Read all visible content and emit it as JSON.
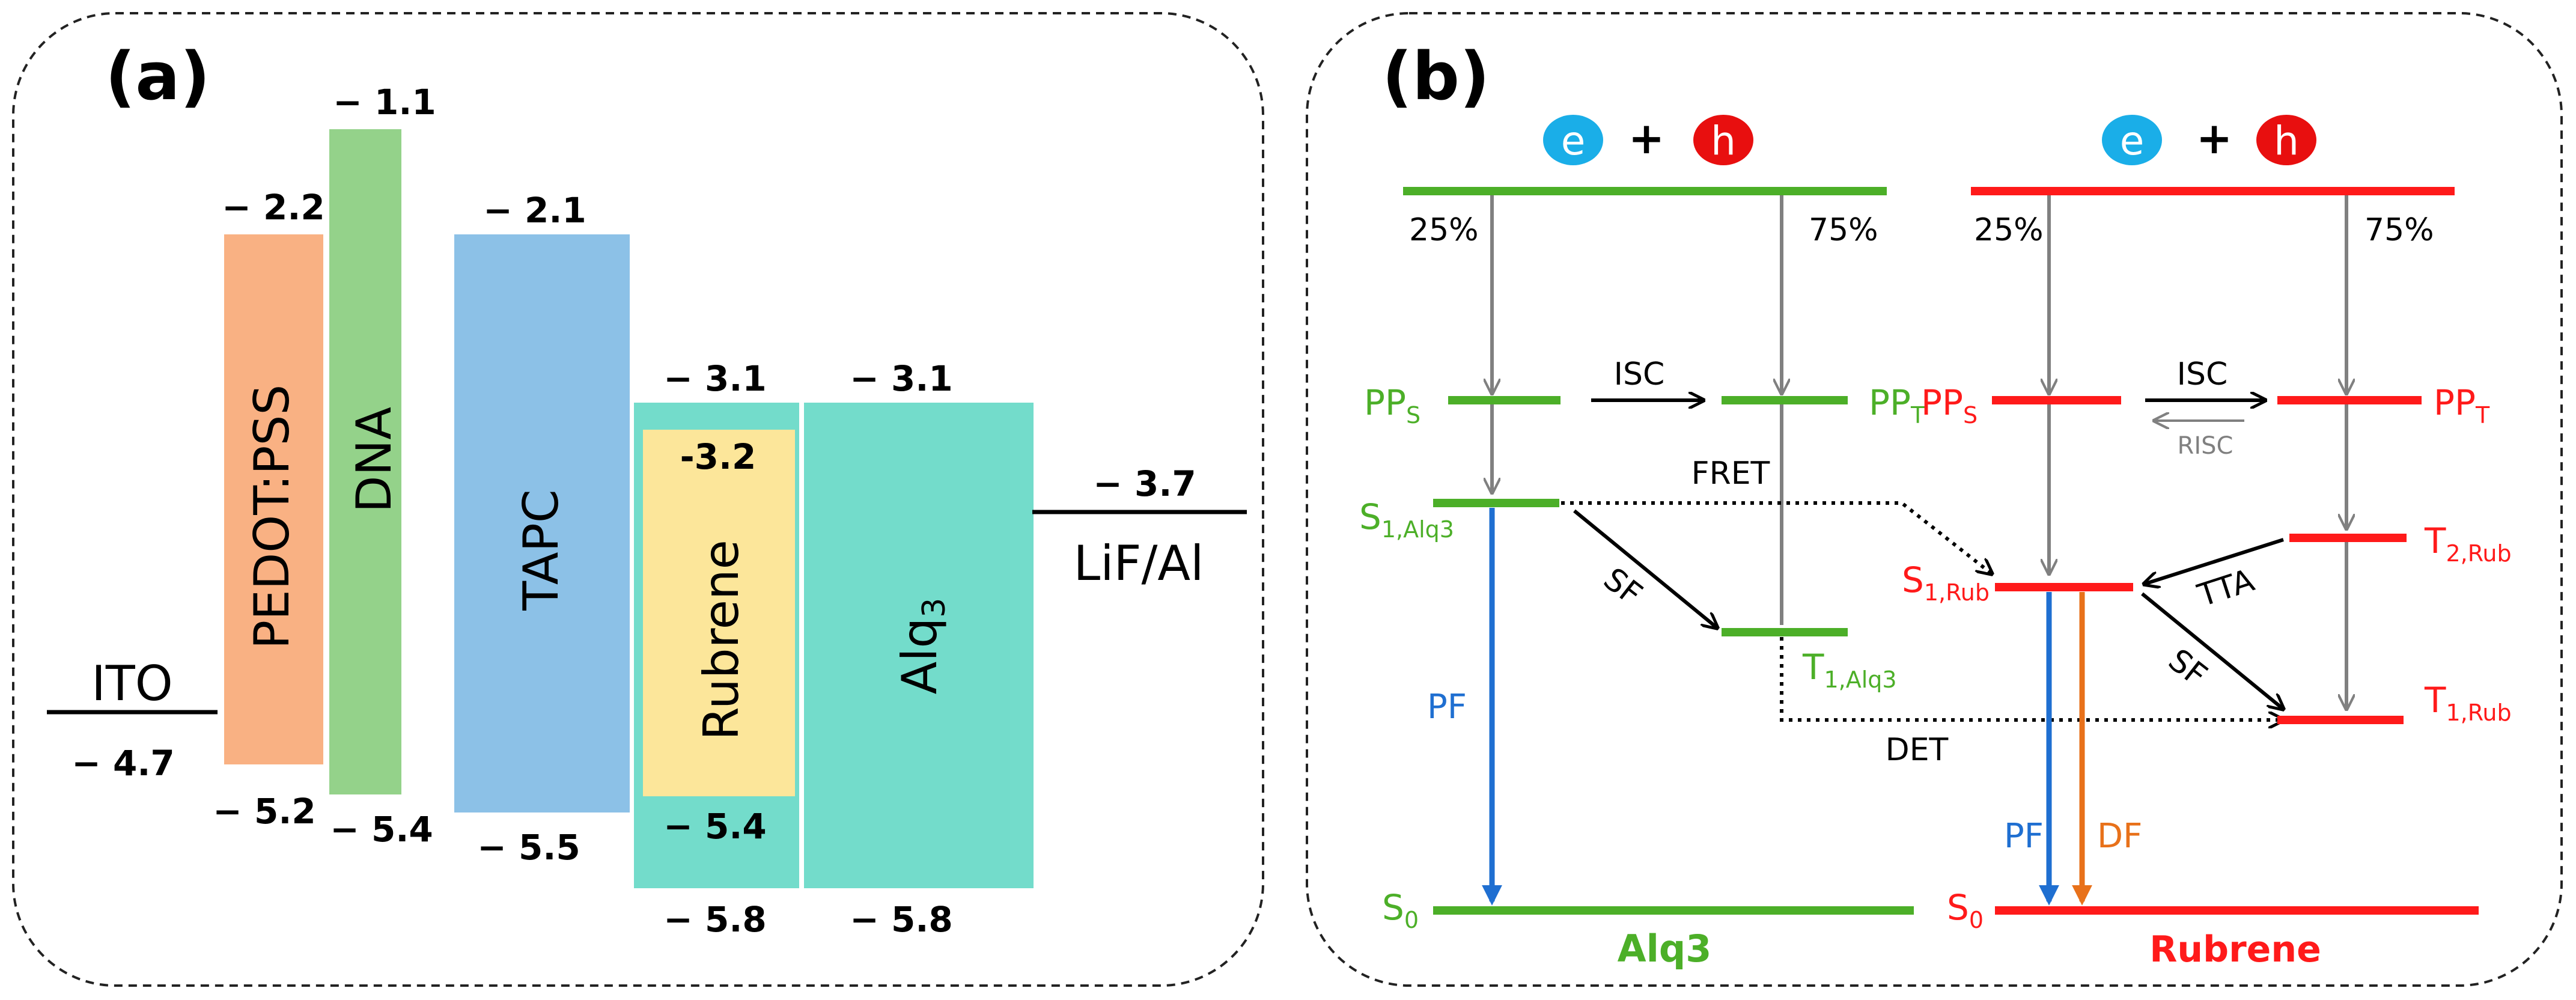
{
  "panel_a": {
    "label": "(a)",
    "ito": {
      "name": "ITO",
      "value": "− 4.7"
    },
    "pedot": {
      "name": "PEDOT:PSS",
      "top": "− 2.2",
      "bottom": "− 5.2",
      "color": "#f9b183"
    },
    "dna": {
      "name": "DNA",
      "top": "− 1.1",
      "bottom": "− 5.4",
      "color": "#94d28a"
    },
    "tapc": {
      "name": "TAPC",
      "top": "− 2.1",
      "bottom": "− 5.5",
      "color": "#8cc1e7"
    },
    "rubrene": {
      "name": "Rubrene",
      "inner_top": "-3.2",
      "inner_bottom": "− 5.4",
      "outer_top": "− 3.1",
      "outer_bottom": "− 5.8",
      "inner_color": "#fce69a",
      "outer_color": "#73dccb"
    },
    "alq3": {
      "name_main": "Alq",
      "name_sub": "3",
      "top": "− 3.1",
      "bottom": "− 5.8",
      "color": "#73dccb"
    },
    "lif": {
      "name": "LiF/Al",
      "value": "− 3.7"
    }
  },
  "panel_b": {
    "label": "(b)",
    "colors": {
      "alq3": "#4caf28",
      "rubrene": "#ff1a1a",
      "electron": "#1aaee8",
      "hole": "#e80f0f",
      "pf": "#1f6fd1",
      "df": "#e8711a",
      "gray": "#808080"
    },
    "carrier": {
      "e": "e",
      "plus": "+",
      "h": "h"
    },
    "alq3": {
      "pct_singlet": "25%",
      "pct_triplet": "75%",
      "pps": {
        "main": "PP",
        "sub": "S"
      },
      "ppt": {
        "main": "PP",
        "sub": "T"
      },
      "isc": "ISC",
      "fret": "FRET",
      "s1": {
        "main": "S",
        "sub": "1,Alq3"
      },
      "sf": "SF",
      "t1": {
        "main": "T",
        "sub": "1,Alq3"
      },
      "det": "DET",
      "pf": "PF",
      "s0": {
        "main": "S",
        "sub": "0"
      },
      "name": "Alq3"
    },
    "rubrene": {
      "pct_singlet": "25%",
      "pct_triplet": "75%",
      "pps": {
        "main": "PP",
        "sub": "S"
      },
      "ppt": {
        "main": "PP",
        "sub": "T"
      },
      "isc": "ISC",
      "risc": "RISC",
      "t2": {
        "main": "T",
        "sub": "2,Rub"
      },
      "s1": {
        "main": "S",
        "sub": "1,Rub"
      },
      "tta": "TTA",
      "sf": "SF",
      "t1": {
        "main": "T",
        "sub": "1,Rub"
      },
      "pf": "PF",
      "df": "DF",
      "s0": {
        "main": "S",
        "sub": "0"
      },
      "name": "Rubrene"
    }
  }
}
